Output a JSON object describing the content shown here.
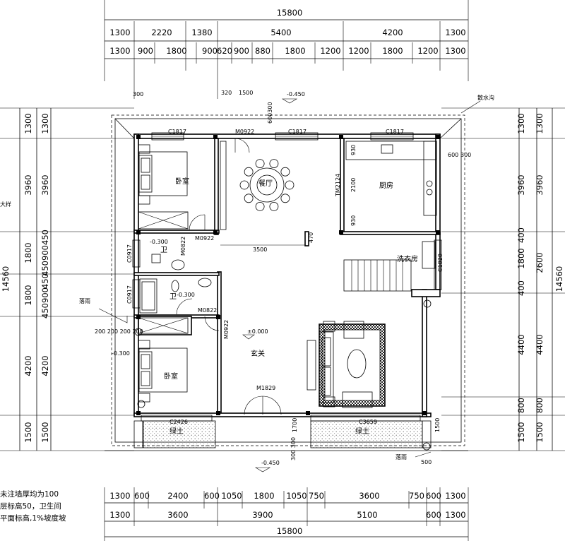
{
  "overall": {
    "top_total": "15800",
    "bottom_total": "15800",
    "left_total": "14560",
    "right_total": "14560"
  },
  "top_row1": [
    "1300",
    "2220",
    "1380",
    "5400",
    "4200",
    "1300"
  ],
  "top_row2": [
    "1300",
    "900",
    "1800",
    "900",
    "620",
    "900",
    "880",
    "1800",
    "1200",
    "1200",
    "1800",
    "1200",
    "1300"
  ],
  "bottom_row1": [
    "1300",
    "600",
    "2400",
    "600",
    "1050",
    "1800",
    "1050",
    "750",
    "3600",
    "750",
    "600",
    "1300"
  ],
  "bottom_row2": [
    "1300",
    "3600",
    "3900",
    "5100",
    "600",
    "1300"
  ],
  "left_outer": [
    "1300",
    "3960",
    "1800",
    "1800",
    "4200",
    "1500"
  ],
  "left_inner": [
    "1300",
    "3960",
    "450",
    "900",
    "450",
    "450",
    "900",
    "450",
    "4200",
    "1500"
  ],
  "right_inner": [
    "1300",
    "3960",
    "400",
    "1800",
    "400",
    "4400",
    "800",
    "1500"
  ],
  "right_outer": [
    "1300",
    "3960",
    "2600",
    "4400",
    "800",
    "1500"
  ],
  "rooms": {
    "bedroom_top": "卧室",
    "dining": "餐厅",
    "kitchen": "厨房",
    "laundry": "洗衣房",
    "bath1": "卫",
    "bath2": "卫",
    "hall": "玄关",
    "bedroom_bottom": "卧室",
    "planter_left": "绿土",
    "planter_right": "绿土"
  },
  "labels": {
    "drain": "散水沟",
    "left_edge": "大样",
    "downpipe_left": "落雨",
    "downpipe_bottom": "落雨"
  },
  "tags": {
    "c1817_a": "C1817",
    "m0922_top": "M0922",
    "c1817_b": "C1817",
    "c1817_c": "C1817",
    "m0922_left": "M0922",
    "m0822_a": "M0822",
    "c0917_a": "C0917",
    "c0917_b": "C0917",
    "m0822_b": "M0822",
    "m0922_hall": "M0922",
    "tm2124": "TM2124",
    "c1820": "C1820",
    "m1829": "M1829",
    "c2426": "C2426",
    "c3659": "C3659"
  },
  "marks": {
    "d300_a": "300",
    "d320": "320",
    "d1500": "1500",
    "level_top": "-0.450",
    "d600_300_v": "600300",
    "d600_300": "600",
    "d300_b": "300",
    "d930_a": "930",
    "d2100": "2100",
    "d930_b": "930",
    "d3500": "3500",
    "d470": "470",
    "lvl_bath1": "-0.300",
    "lvl_bath2": "-0.300",
    "lvl_hall": "±0.000",
    "lvl_out": "-0.300",
    "d200_row": "200 200 200 200",
    "d1700": "1700",
    "d300_300": "300 300",
    "level_bottom": "-0.450",
    "d1500_v": "1500",
    "d500": "500",
    "d620": "620",
    "d300_c": "1300"
  },
  "notes": [
    "未注墙厚均为100",
    "层标高50，卫生间",
    "平面标高,1%坡度坡"
  ]
}
